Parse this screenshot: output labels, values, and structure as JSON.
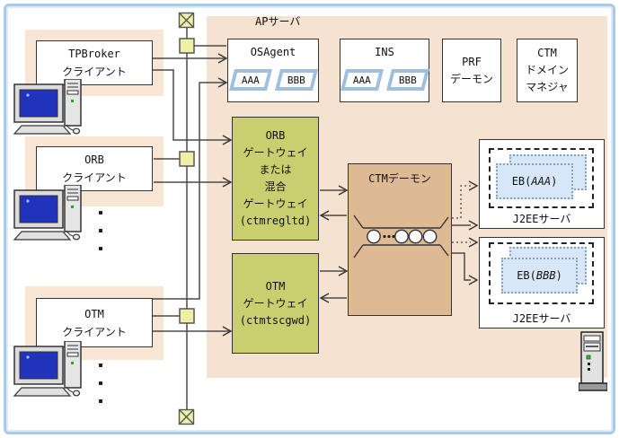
{
  "ap_server": {
    "label": "APサーバ"
  },
  "top_row": {
    "osagent": {
      "title": "OSAgent",
      "tags": [
        "AAA",
        "BBB"
      ]
    },
    "ins": {
      "title": "INS",
      "tags": [
        "AAA",
        "BBB"
      ]
    },
    "prf": {
      "line1": "PRF",
      "line2": "デーモン"
    },
    "ctm_domain": {
      "line1": "CTM",
      "line2": "ドメイン",
      "line3": "マネジャ"
    }
  },
  "clients": [
    {
      "line1": "TPBroker",
      "line2": "クライアント"
    },
    {
      "line1": "ORB",
      "line2": "クライアント"
    },
    {
      "line1": "OTM",
      "line2": "クライアント"
    }
  ],
  "gateways": {
    "orb": {
      "line1": "ORB",
      "line2": "ゲートウェイ",
      "line3": "または",
      "line4": "混合",
      "line5": "ゲートウェイ",
      "line6": "(ctmregltd)"
    },
    "otm": {
      "line1": "OTM",
      "line2": "ゲートウェイ",
      "line3": "(ctmtscgwd)"
    }
  },
  "ctm_daemon": {
    "label": "CTMデーモン"
  },
  "j2ee_servers": [
    {
      "eb_prefix": "EB(",
      "eb_name": "AAA",
      "eb_suffix": ")",
      "label": "J2EEサーバ"
    },
    {
      "eb_prefix": "EB(",
      "eb_name": "BBB",
      "eb_suffix": ")",
      "label": "J2EEサーバ"
    }
  ],
  "colors": {
    "frame_blue": "#a9cbeb",
    "region_peach": "#f6e2d0",
    "client_peach": "#f8e5d4",
    "gateway_green": "#c9ce6f",
    "daemon_brown": "#ddba94",
    "eb_blue": "#d8e7f7",
    "tag_border_blue": "#9fbfdf",
    "connector_yellow": "#eff0a6",
    "line_gray": "#4a4a4a"
  }
}
